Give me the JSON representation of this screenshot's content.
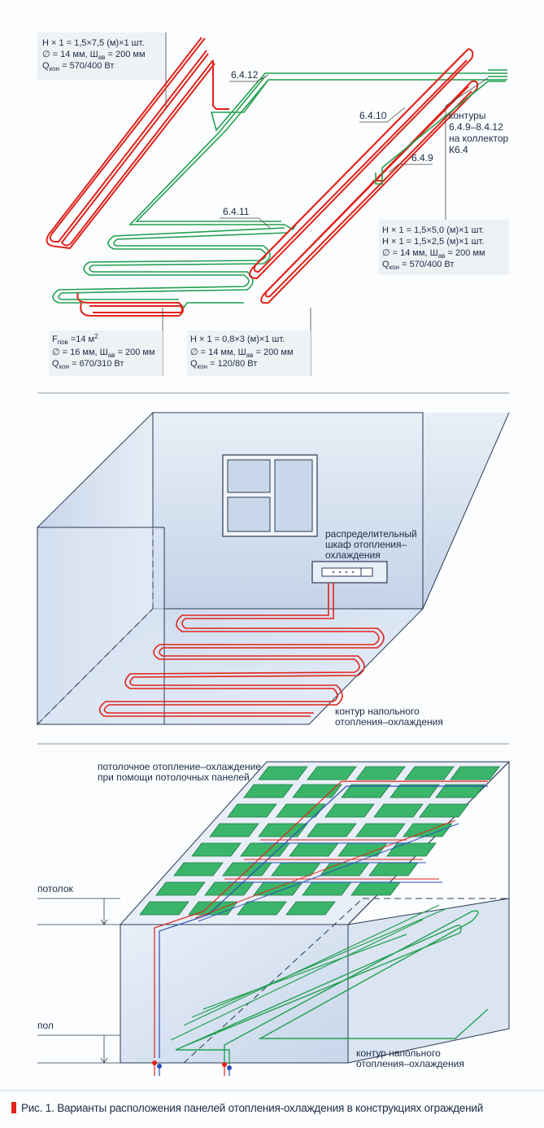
{
  "panel1": {
    "box_tl": [
      "H × 1 = 1,5×7,5 (м)×1 шт.",
      "∅ = 14 мм, Ш",
      "ав",
      " = 200 мм",
      "Q",
      "кон",
      " = 570/400 Вт"
    ],
    "box_bl": [
      "F",
      "пов",
      " =14 м",
      "2",
      "∅ = 16 мм, Ш",
      "ав",
      " = 200 мм",
      "Q",
      "кон",
      " = 670/310 Вт"
    ],
    "box_bc": [
      "H × 1 = 0,8×3 (м)×1 шт.",
      "∅ = 14 мм, Ш",
      "ав",
      " = 200 мм",
      "Q",
      "кон",
      " = 120/80 Вт"
    ],
    "box_r": [
      "H × 1 = 1,5×5,0 (м)×1 шт.",
      "H × 1 = 1,5×2,5 (м)×1 шт.",
      "∅ = 14 мм, Ш",
      "ав",
      " = 200 мм",
      "Q",
      "кон",
      " = 570/400 Вт"
    ],
    "contours": [
      "контуры",
      "6.4.9–8.4.12",
      "на коллектор",
      "К6.4"
    ],
    "tags": [
      "6.4.12",
      "6.4.10",
      "6.4.9",
      "6.4.11"
    ],
    "colors": {
      "red": "#e2231a",
      "green": "#22a050",
      "box": "#eef2f5"
    }
  },
  "panel2": {
    "cabinet": [
      "распределительный",
      "шкаф отопления–",
      "охлаждения"
    ],
    "floor_loop": [
      "контур напольного",
      "отопления–охлаждения"
    ]
  },
  "panel3": {
    "ceiling_title": [
      "потолочное отопление–охлаждение",
      "при помощи потолочных панелей"
    ],
    "ceiling_label": "потолок",
    "floor_label": "пол",
    "floor_loop": [
      "контур напольного",
      "отопления–охлаждения"
    ]
  },
  "caption": "Рис. 1. Варианты расположения панелей отопления-охлаждения в конструкциях ограждений"
}
